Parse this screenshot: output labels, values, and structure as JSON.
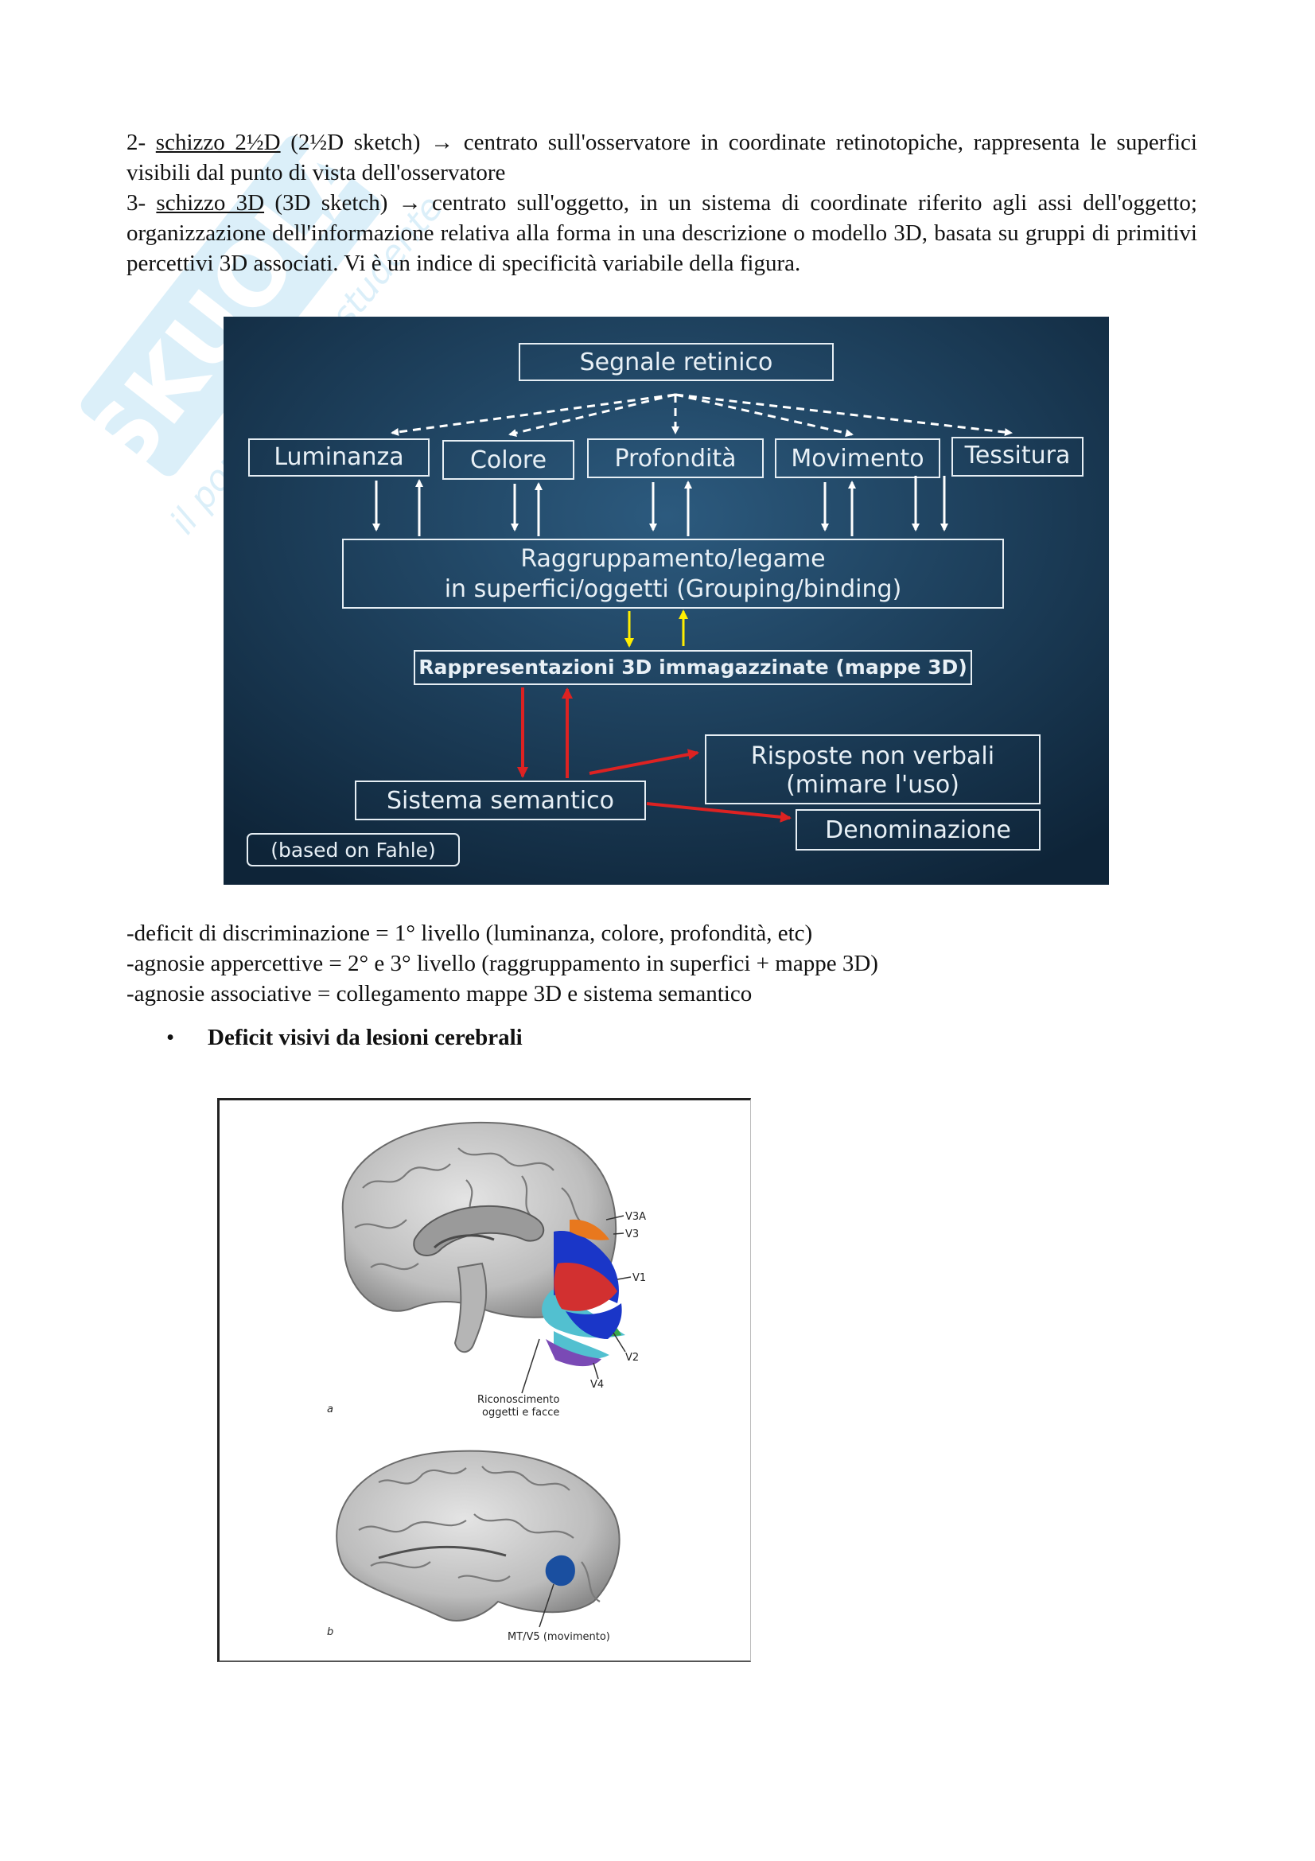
{
  "watermark": {
    "brand": "SKUOLA",
    "tagline": "il portale dello studente"
  },
  "paragraphs": {
    "p2": {
      "prefix": "2- ",
      "term": "schizzo 2½D",
      "rest": " (2½D sketch) → centrato sull'osservatore in coordinate retinotopiche, rappresenta le superfici visibili dal punto di vista dell'osservatore"
    },
    "p3": {
      "prefix": "3- ",
      "term": "schizzo 3D",
      "rest": " (3D sketch) → centrato sull'oggetto, in un sistema di coordinate riferito agli assi dell'oggetto; organizzazione dell'informazione relativa alla forma in una descrizione o modello 3D, basata su gruppi di primitivi percettivi 3D associati. Vi è un indice di specificità variabile della figura."
    }
  },
  "slide": {
    "top": "Segnale retinico",
    "channels": [
      "Luminanza",
      "Colore",
      "Profondità",
      "Movimento",
      "Tessitura"
    ],
    "grouping": [
      "Raggruppamento/legame",
      "in superfici/oggetti (Grouping/binding)"
    ],
    "maps3d": "Rappresentazioni 3D immagazzinate (mappe 3D)",
    "semantic": "Sistema semantico",
    "nonverbal": [
      "Risposte non verbali",
      "(mimare l'uso)"
    ],
    "naming": "Denominazione",
    "source": "(based on Fahle)",
    "colors": {
      "bg_center": "#2c5a7e",
      "bg_edge": "#0e2438",
      "text": "#e8f0f6",
      "yellow": "#ffee00",
      "red": "#dd2222"
    }
  },
  "list": [
    "-deficit di discriminazione = 1° livello (luminanza, colore, profondità, etc)",
    "-agnosie appercettive =  2° e 3° livello (raggruppamento in superfici + mappe 3D)",
    "-agnosie associative = collegamento mappe 3D e sistema semantico"
  ],
  "bullet": {
    "symbol": "•",
    "text": "Deficit visivi da lesioni cerebrali"
  },
  "brain": {
    "panel_a": {
      "letter": "a",
      "labels": [
        "V3A",
        "V3",
        "V1",
        "V2",
        "V4"
      ],
      "caption": [
        "Riconoscimento",
        "oggetti e facce"
      ]
    },
    "panel_b": {
      "letter": "b",
      "caption": "MT/V5 (movimento)"
    },
    "colors": {
      "V3A": "#e8781e",
      "V3": "#4a2fb0",
      "V1": "#d23030",
      "V2": "#1a36c8",
      "V4": "#7a4ab5",
      "LO": "#52c0d0",
      "green": "#3aa84a",
      "MT": "#1a4fa0"
    }
  }
}
